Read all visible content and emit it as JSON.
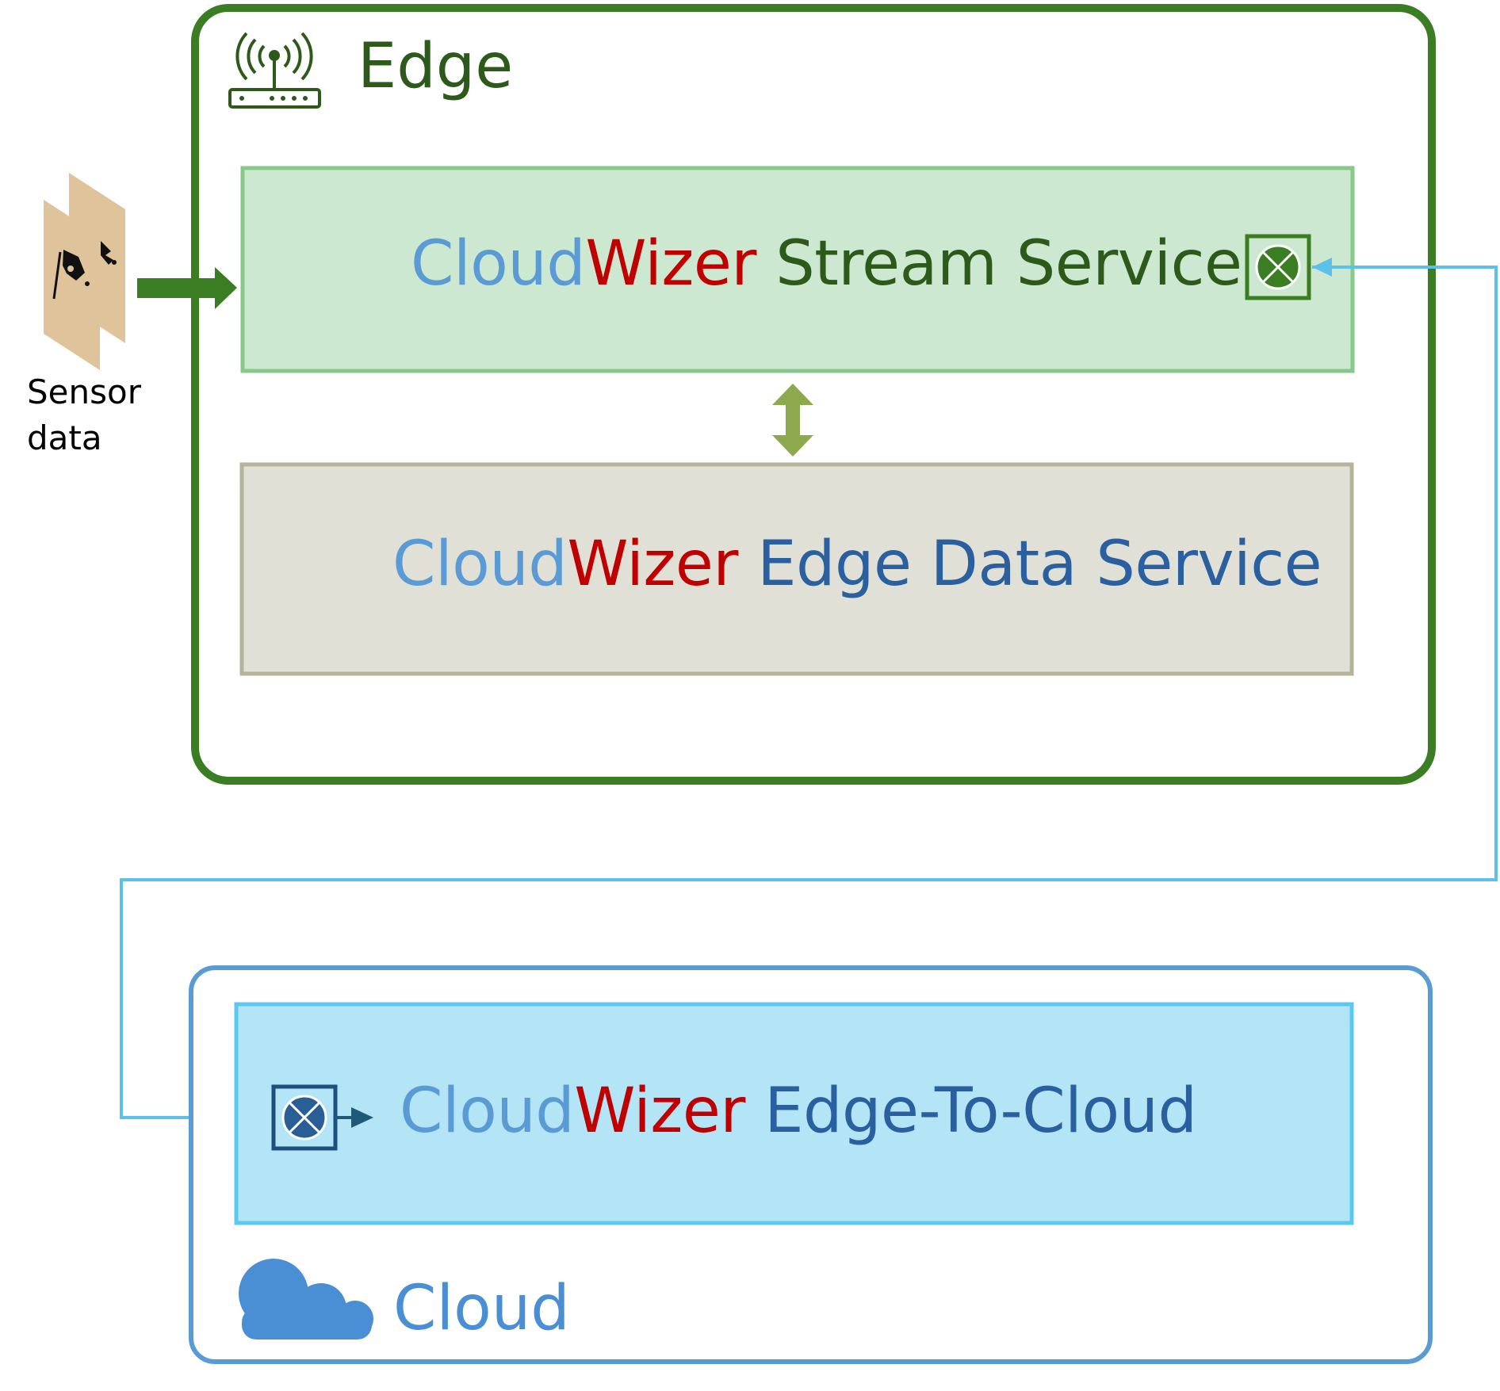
{
  "edge": {
    "title": "Edge"
  },
  "cloud": {
    "title": "Cloud"
  },
  "sensor": {
    "label": "Sensor data"
  },
  "services": {
    "stream": {
      "brand_a": "Cloud",
      "brand_b": "Wizer",
      "name": "Stream Service"
    },
    "data": {
      "brand_a": "Cloud",
      "brand_b": "Wizer",
      "name": "Edge Data Service"
    },
    "e2c": {
      "brand_a": "Cloud",
      "brand_b": "Wizer",
      "name": "Edge-To-Cloud"
    }
  },
  "colors": {
    "edge_border": "#3a7d22",
    "cloud_border": "#5b9bd5",
    "stream_fill": "#cde8d0",
    "stream_border": "#86c98a",
    "data_fill": "#e0e0d6",
    "data_border": "#b4b49a",
    "e2c_fill": "#b3e5f7",
    "e2c_border": "#5bc8ef",
    "connector": "#5bc1ea",
    "brand_cloud": "#5b9bd5",
    "brand_wizer": "#c00000"
  }
}
